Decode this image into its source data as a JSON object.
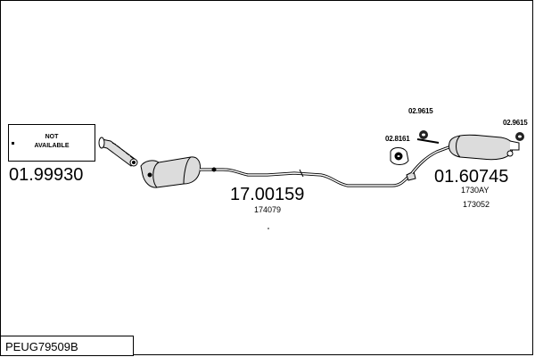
{
  "not_available": {
    "text": "NOT\nAVAILABLE"
  },
  "labels": {
    "front_part_no": "01.99930",
    "middle_part_no": "17.00159",
    "middle_ref": "174079",
    "rear_part_no": "01.60745",
    "rear_ref_1": "1730AY",
    "rear_ref_2": "173052",
    "mount_left": "02.8161",
    "mount_mid": "02.9615",
    "mount_right": "02.9615"
  },
  "diagram_code": "PEUG79509B"
}
